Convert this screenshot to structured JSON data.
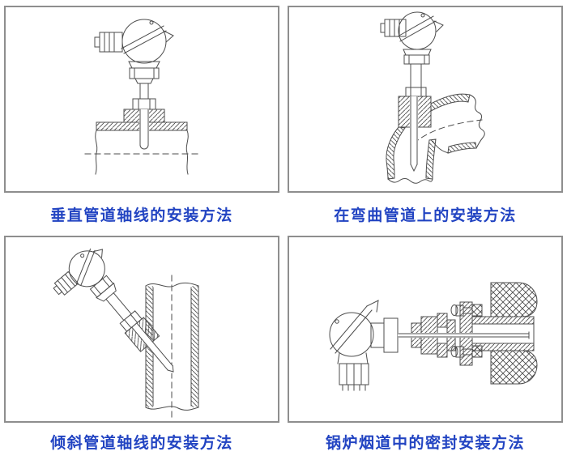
{
  "figure": {
    "panels": [
      {
        "drawing": "vertical-pipe-mount-diagram",
        "caption": "垂直管道轴线的安装方法"
      },
      {
        "drawing": "pipe-elbow-mount-diagram",
        "caption": "在弯曲管道上的安装方法"
      },
      {
        "drawing": "inclined-pipe-mount-diagram",
        "caption": "倾斜管道轴线的安装方法"
      },
      {
        "drawing": "boiler-flue-sealed-mount-diagram",
        "caption": "锅炉烟道中的密封安装方法"
      }
    ]
  },
  "colors": {
    "caption": "#2244c2",
    "panel_border": "#8e8e8e",
    "line": "#4d4d4d",
    "background": "#ffffff"
  }
}
